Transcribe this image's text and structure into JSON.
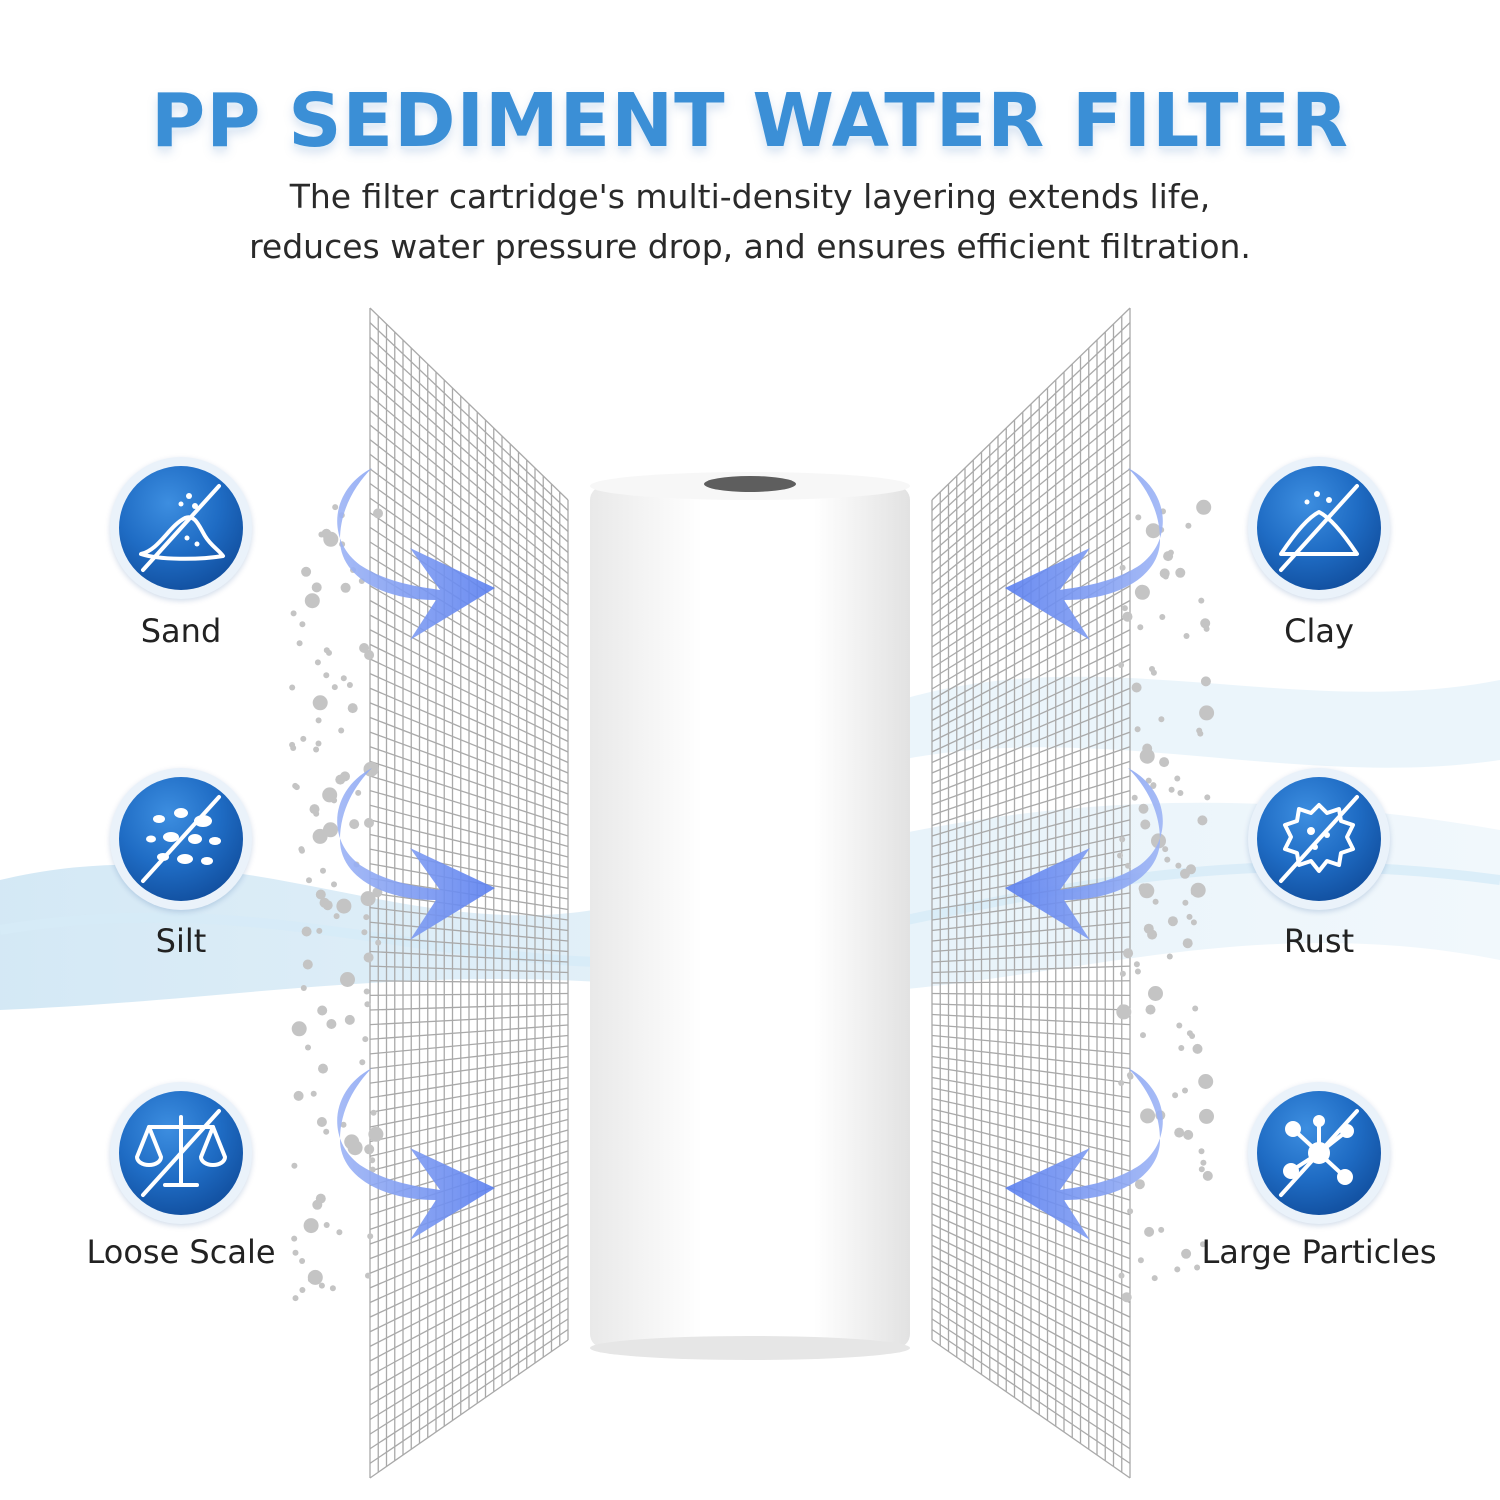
{
  "title": "PP SEDIMENT WATER FILTER",
  "subtitle": {
    "line1": "The filter cartridge's multi-density layering extends life,",
    "line2": "reduces water pressure drop, and ensures efficient filtration."
  },
  "contaminants_left": [
    {
      "label": "Sand",
      "icon": "sand-icon"
    },
    {
      "label": "Silt",
      "icon": "silt-icon"
    },
    {
      "label": "Loose Scale",
      "icon": "scale-icon"
    }
  ],
  "contaminants_right": [
    {
      "label": "Clay",
      "icon": "clay-icon"
    },
    {
      "label": "Rust",
      "icon": "rust-icon"
    },
    {
      "label": "Large Particles",
      "icon": "particles-icon"
    }
  ],
  "colors": {
    "title": "#3b8fd6",
    "badge": "#1f6cc4",
    "arrow": "#6f8ff0",
    "mesh": "#a9a9a9",
    "particle": "#c4c4c4"
  }
}
